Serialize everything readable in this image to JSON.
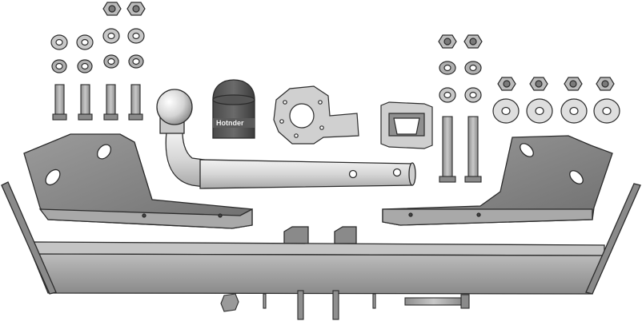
{
  "picture": {
    "kind": "exploded-parts-illustration",
    "style": "grayscale technical render",
    "background_color": "#ffffff",
    "outline_color": "#2b2b2b",
    "light_gray": "#d8d8d8",
    "mid_gray": "#9a9a9a",
    "dark_gray": "#6e6e6e"
  },
  "towball_cap": {
    "brand_text": "Hotnder"
  }
}
